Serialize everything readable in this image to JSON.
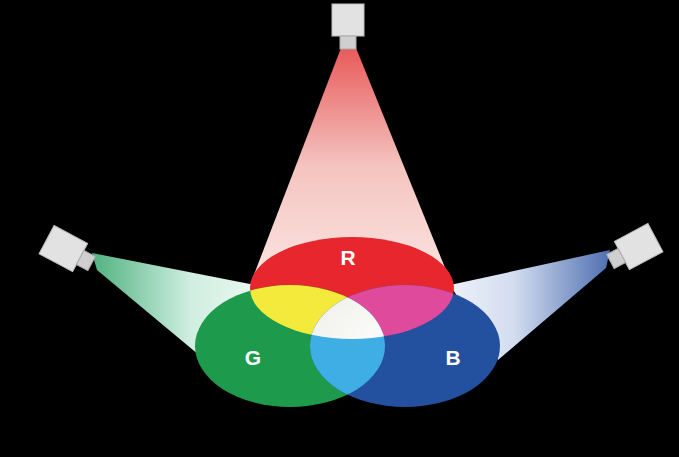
{
  "diagram": {
    "nodes": [
      {
        "text": [
          "R"
        ]
      },
      {
        "text": [
          "G"
        ]
      },
      {
        "text": [
          "B"
        ]
      }
    ]
  }
}
